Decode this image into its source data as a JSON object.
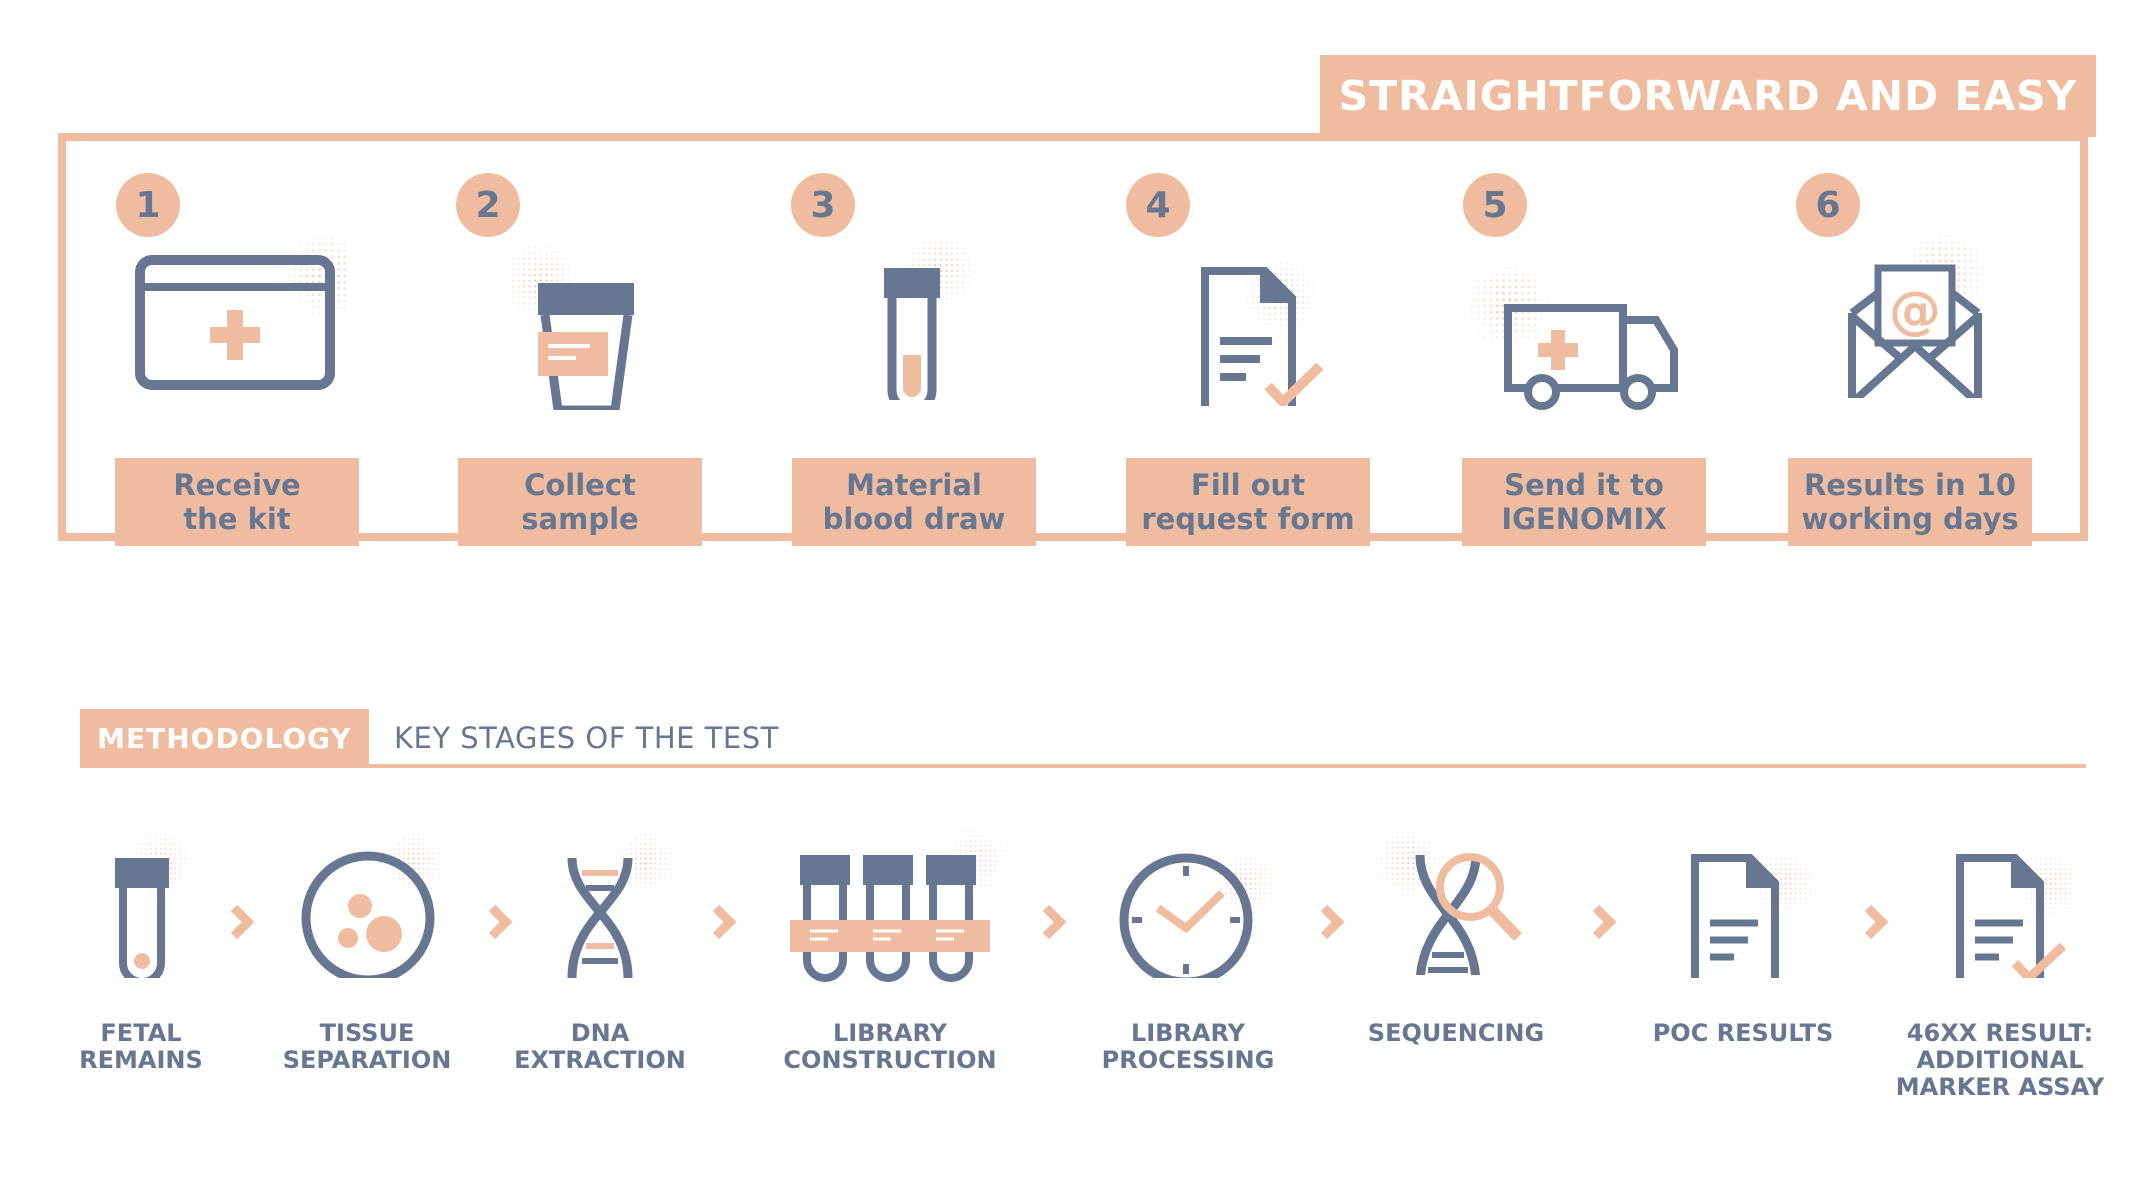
{
  "header": {
    "title": "STRAIGHTFORWARD AND EASY"
  },
  "steps": [
    {
      "number": "1",
      "line1": "Receive",
      "line2": "the kit",
      "icon": "first-aid-kit-icon"
    },
    {
      "number": "2",
      "line1": "Collect",
      "line2": "sample",
      "icon": "sample-container-icon"
    },
    {
      "number": "3",
      "line1": "Material",
      "line2": "blood draw",
      "icon": "blood-tube-icon"
    },
    {
      "number": "4",
      "line1": "Fill out",
      "line2": "request form",
      "icon": "form-check-icon"
    },
    {
      "number": "5",
      "line1": "Send it to",
      "line2": "IGENOMIX",
      "icon": "ambulance-truck-icon"
    },
    {
      "number": "6",
      "line1": "Results in 10",
      "line2": "working days",
      "icon": "email-envelope-icon"
    }
  ],
  "methodology": {
    "tag": "METHODOLOGY",
    "subtitle": "KEY STAGES OF THE TEST",
    "stages": [
      {
        "lines": [
          "FETAL",
          "REMAINS"
        ],
        "icon": "test-tube-icon"
      },
      {
        "lines": [
          "TISSUE",
          "SEPARATION"
        ],
        "icon": "cell-icon"
      },
      {
        "lines": [
          "DNA",
          "EXTRACTION"
        ],
        "icon": "dna-icon"
      },
      {
        "lines": [
          "LIBRARY",
          "CONSTRUCTION"
        ],
        "icon": "tube-rack-icon"
      },
      {
        "lines": [
          "LIBRARY",
          "PROCESSING"
        ],
        "icon": "clock-icon"
      },
      {
        "lines": [
          "SEQUENCING"
        ],
        "icon": "dna-magnifier-icon"
      },
      {
        "lines": [
          "POC RESULTS"
        ],
        "icon": "document-icon"
      },
      {
        "lines": [
          "46XX RESULT:",
          "ADDITIONAL",
          "MARKER ASSAY"
        ],
        "icon": "document-check-icon"
      }
    ]
  },
  "colors": {
    "accent": "#efbc9f",
    "primary": "#677691",
    "white": "#ffffff"
  }
}
